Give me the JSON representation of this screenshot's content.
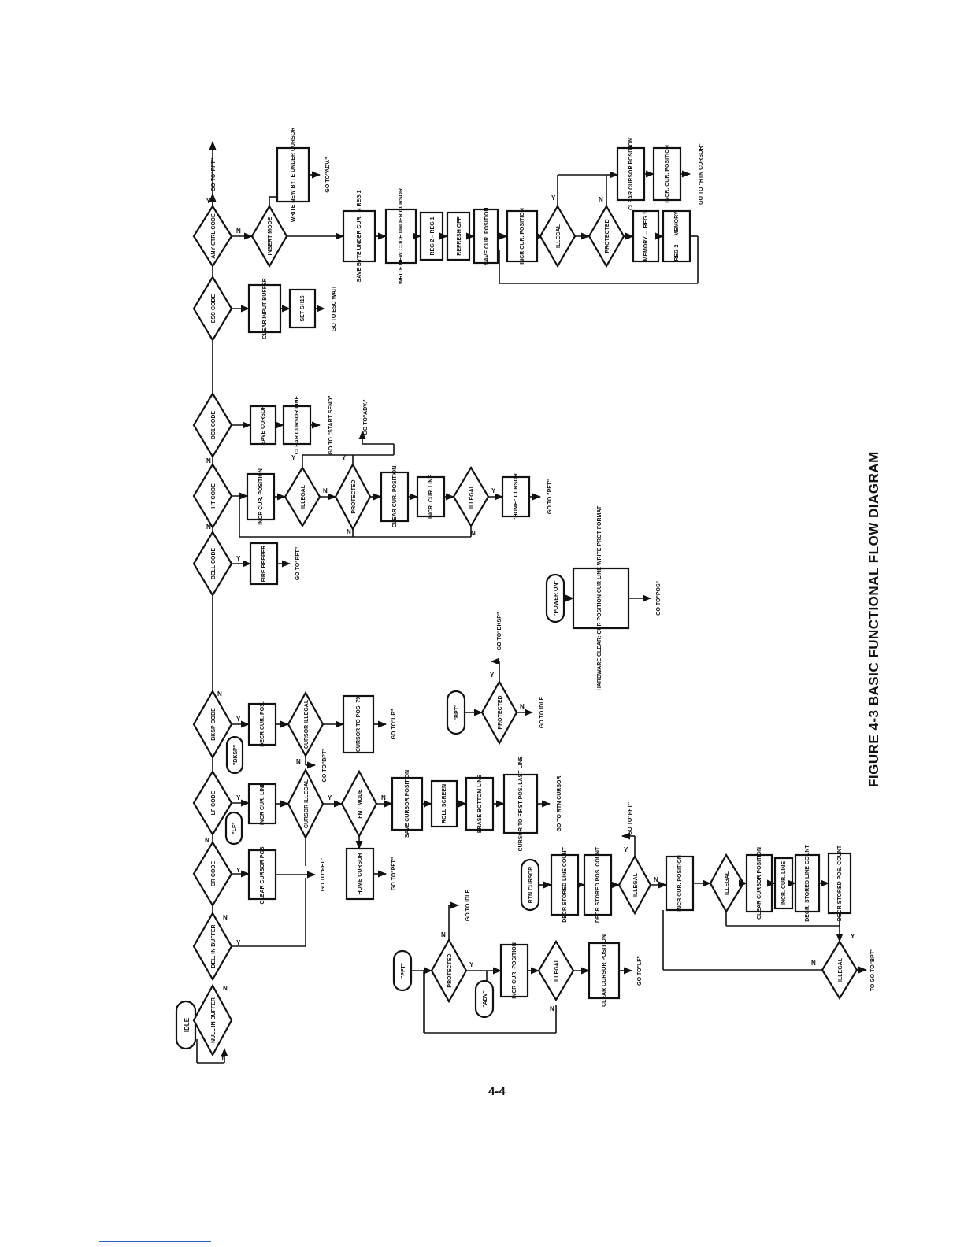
{
  "figure": {
    "title": "FIGURE 4-3  BASIC FUNCTIONAL FLOW DIAGRAM",
    "page_number": "4-4"
  },
  "main_row": {
    "idle": "IDLE",
    "null_in_buffer": "NULL IN BUFFER",
    "del_in_buffer": "DEL. IN BUFFER",
    "cr_code": "CR CODE",
    "lf_code": "LF CODE",
    "bksp_code": "BKSP CODE",
    "bell_code": "BELL CODE",
    "ht_code": "HT CODE",
    "dc1_code": "DC1 CODE",
    "esc_code": "ESC CODE",
    "any_ctrl_code": "ANY CTRL CODE",
    "go_to_pft_top": "GO TO\"PFT\""
  },
  "cr_branch": {
    "clear_cursor_pos": "CLEAR CURSOR POS.",
    "go_to_pft": "GO TO\"PFT\"",
    "home_cursor": "HOME CURSOR",
    "go_to_pft_2": "GO TO\"PFT\""
  },
  "lf_branch": {
    "lf_entry": "\"LF\"",
    "incr_cur_line": "INCR CUR. LINE",
    "cursor_illegal": "CURSOR ILLEGAL",
    "fmt_mode": "FMT MODE",
    "save_cursor_position": "SAVE CURSOR POSITION",
    "roll_screen": "ROLL SCREEN",
    "erase_bottom_line": "ERASE BOTTOM LINE",
    "cursor_to_first_pos": "CURSOR TO FIRST POS. LAST LINE",
    "go_to_rtn_cursor": "GO TO RTN CURSOR"
  },
  "bksp_branch": {
    "bksp_entry": "\"BKSP\"",
    "decr_cur_pos": "DECR CUR. POS.",
    "cursor_illegal": "CURSOR ILLEGAL",
    "go_to_bpt": "GO TO\"BPT\"",
    "cursor_to_pos_79": "CURSOR TO POS. 79",
    "go_to_up": "GO TO\"UP\""
  },
  "bell_branch": {
    "fire_beeper": "FIRE BEEPER",
    "go_to_pft": "GO TO\"PFT\""
  },
  "ht_branch": {
    "incr_cur_position": "INCR CUR. POSITION",
    "illegal": "ILLEGAL",
    "protected": "PROTECTED",
    "clear_cur_position": "CLEAR CUR. POSITION",
    "incr_cur_line": "INCR. CUR. LINE",
    "illegal_2": "ILLEGAL",
    "home_cursor": "\"HOME\" CURSOR",
    "go_to_pft": "GO TO \"PFT\"",
    "go_to_adv": "GO TO\"ADV.\""
  },
  "dc1_branch": {
    "save_cursor": "SAVE CURSOR",
    "clear_cursor_line": "CLEAR CURSOR LINE",
    "go_to_start_send": "GO TO \"START SEND\""
  },
  "esc_branch": {
    "clear_input_buffer": "CLEAR INPUT BUFFER",
    "set_shift": "SET SH15",
    "go_to_esc_wait": "GO TO ESC WAIT"
  },
  "ctrl_branch": {
    "insert_mode": "INSERT MODE",
    "write_new_byte": "WRITE NEW BYTE UNDER CURSOR",
    "go_to_adv": "GO TO\"ADV.\"",
    "save_byte": "SAVE BYTE UNDER CUR. IN REG 1",
    "write_new_code": "WRITE NEW CODE UNDER CURSOR",
    "reg2_to_reg1": "REG 2→REG 1",
    "refresh_off": "REFRESH OFF",
    "save_cur_position": "SAVE CUR. POSITION",
    "incr_cur_position": "INCR CUR. POSITION",
    "illegal": "ILLEGAL",
    "protected": "PROTECTED",
    "memory_to_reg1": "MEMORY → REG 1",
    "reg2_to_memory": "REG 2 → MEMORY",
    "clear_cursor_position": "CLEAR CURSOR POSITION",
    "incr_cur_position_2": "INCR. CUR. POSITION",
    "go_to_rtn_cursor": "GO TO \"RTN CURSOR\""
  },
  "bpt_block": {
    "bpt": "\"BPT\"",
    "protected": "PROTECTED",
    "go_to_bksp": "GO TO\"BKSP\"",
    "go_to_idle": "GO TO IDLE"
  },
  "power_on_block": {
    "power_on": "\"POWER ON\"",
    "hardware_clear": "HARDWARE CLEAR: CUR POSITION CUR LINE WRITE PROT FORMAT",
    "go_to_pos": "GO TO\"POS\""
  },
  "pft_block": {
    "pft": "\"PFT\"",
    "protected": "PROTECTED",
    "go_to_idle": "GO TO IDLE",
    "adv": "\"ADV\"",
    "incr_cur_position": "INCR CUR. POSITION",
    "illegal": "ILLEGAL",
    "clear_cursor_position": "CLEAR CURSOR POSITION",
    "go_to_lf": "GO TO\"LF\""
  },
  "rtn_block": {
    "rtn_cursor": "RTN CURSOR",
    "decr_stored_line_count": "DECR STORED LINE COUNT",
    "decr_stored_pos_count": "DECR STORED POS. COUNT",
    "illegal": "ILLEGAL",
    "go_to_pft": "GO TO\"PFT\"",
    "incr_cur_position": "INCR CUR. POSITION",
    "illegal_2": "ILLEGAL",
    "clear_cursor_position": "CLEAR CURSOR POSITION",
    "incr_cur_line": "INCR. CUR. LINE",
    "decr_stored_line_count_2": "DECR. STORED LINE COUNT",
    "decr_stored_pos_count_2": "DECR STORED POS. COUNT",
    "illegal_3": "ILLEGAL",
    "to_go_to_bpt": "TO GO TO\"BPT\""
  },
  "branch_marks": {
    "yes": "Y",
    "no": "N"
  }
}
